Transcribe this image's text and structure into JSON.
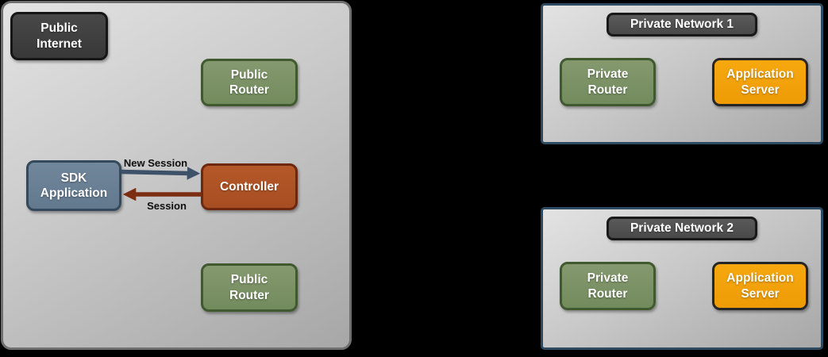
{
  "colors": {
    "background": "#000000",
    "zone_fill_top": "#e3e3e3",
    "zone_fill_bottom": "#a7a7a7",
    "public_zone_border": "#6f6f6f",
    "private_zone_border": "#2d4a61",
    "dark_node_fill": "#3f3f3f",
    "dark_node_border": "#161616",
    "green_node_fill": "#7b9166",
    "green_node_border": "#40592e",
    "blue_node_fill": "#697f93",
    "blue_node_border": "#34495c",
    "rust_node_fill": "#ae5226",
    "rust_node_border": "#6e2810",
    "orange_node_fill": "#f2a20a",
    "orange_node_border": "#262626",
    "arrow_new_session": "#3d5269",
    "arrow_session": "#7c2e13",
    "node_text": "#ffffff",
    "edge_label_text": "#0d0d0d"
  },
  "public_zone": {
    "internet_label": "Public\nInternet",
    "router_top_label": "Public\nRouter",
    "sdk_label": "SDK\nApplication",
    "controller_label": "Controller",
    "router_bottom_label": "Public\nRouter",
    "arrow_new_session_label": "New Session",
    "arrow_session_label": "Session"
  },
  "private_network_1": {
    "title": "Private Network 1",
    "router_label": "Private\nRouter",
    "server_label": "Application\nServer"
  },
  "private_network_2": {
    "title": "Private Network 2",
    "router_label": "Private\nRouter",
    "server_label": "Application\nServer"
  }
}
